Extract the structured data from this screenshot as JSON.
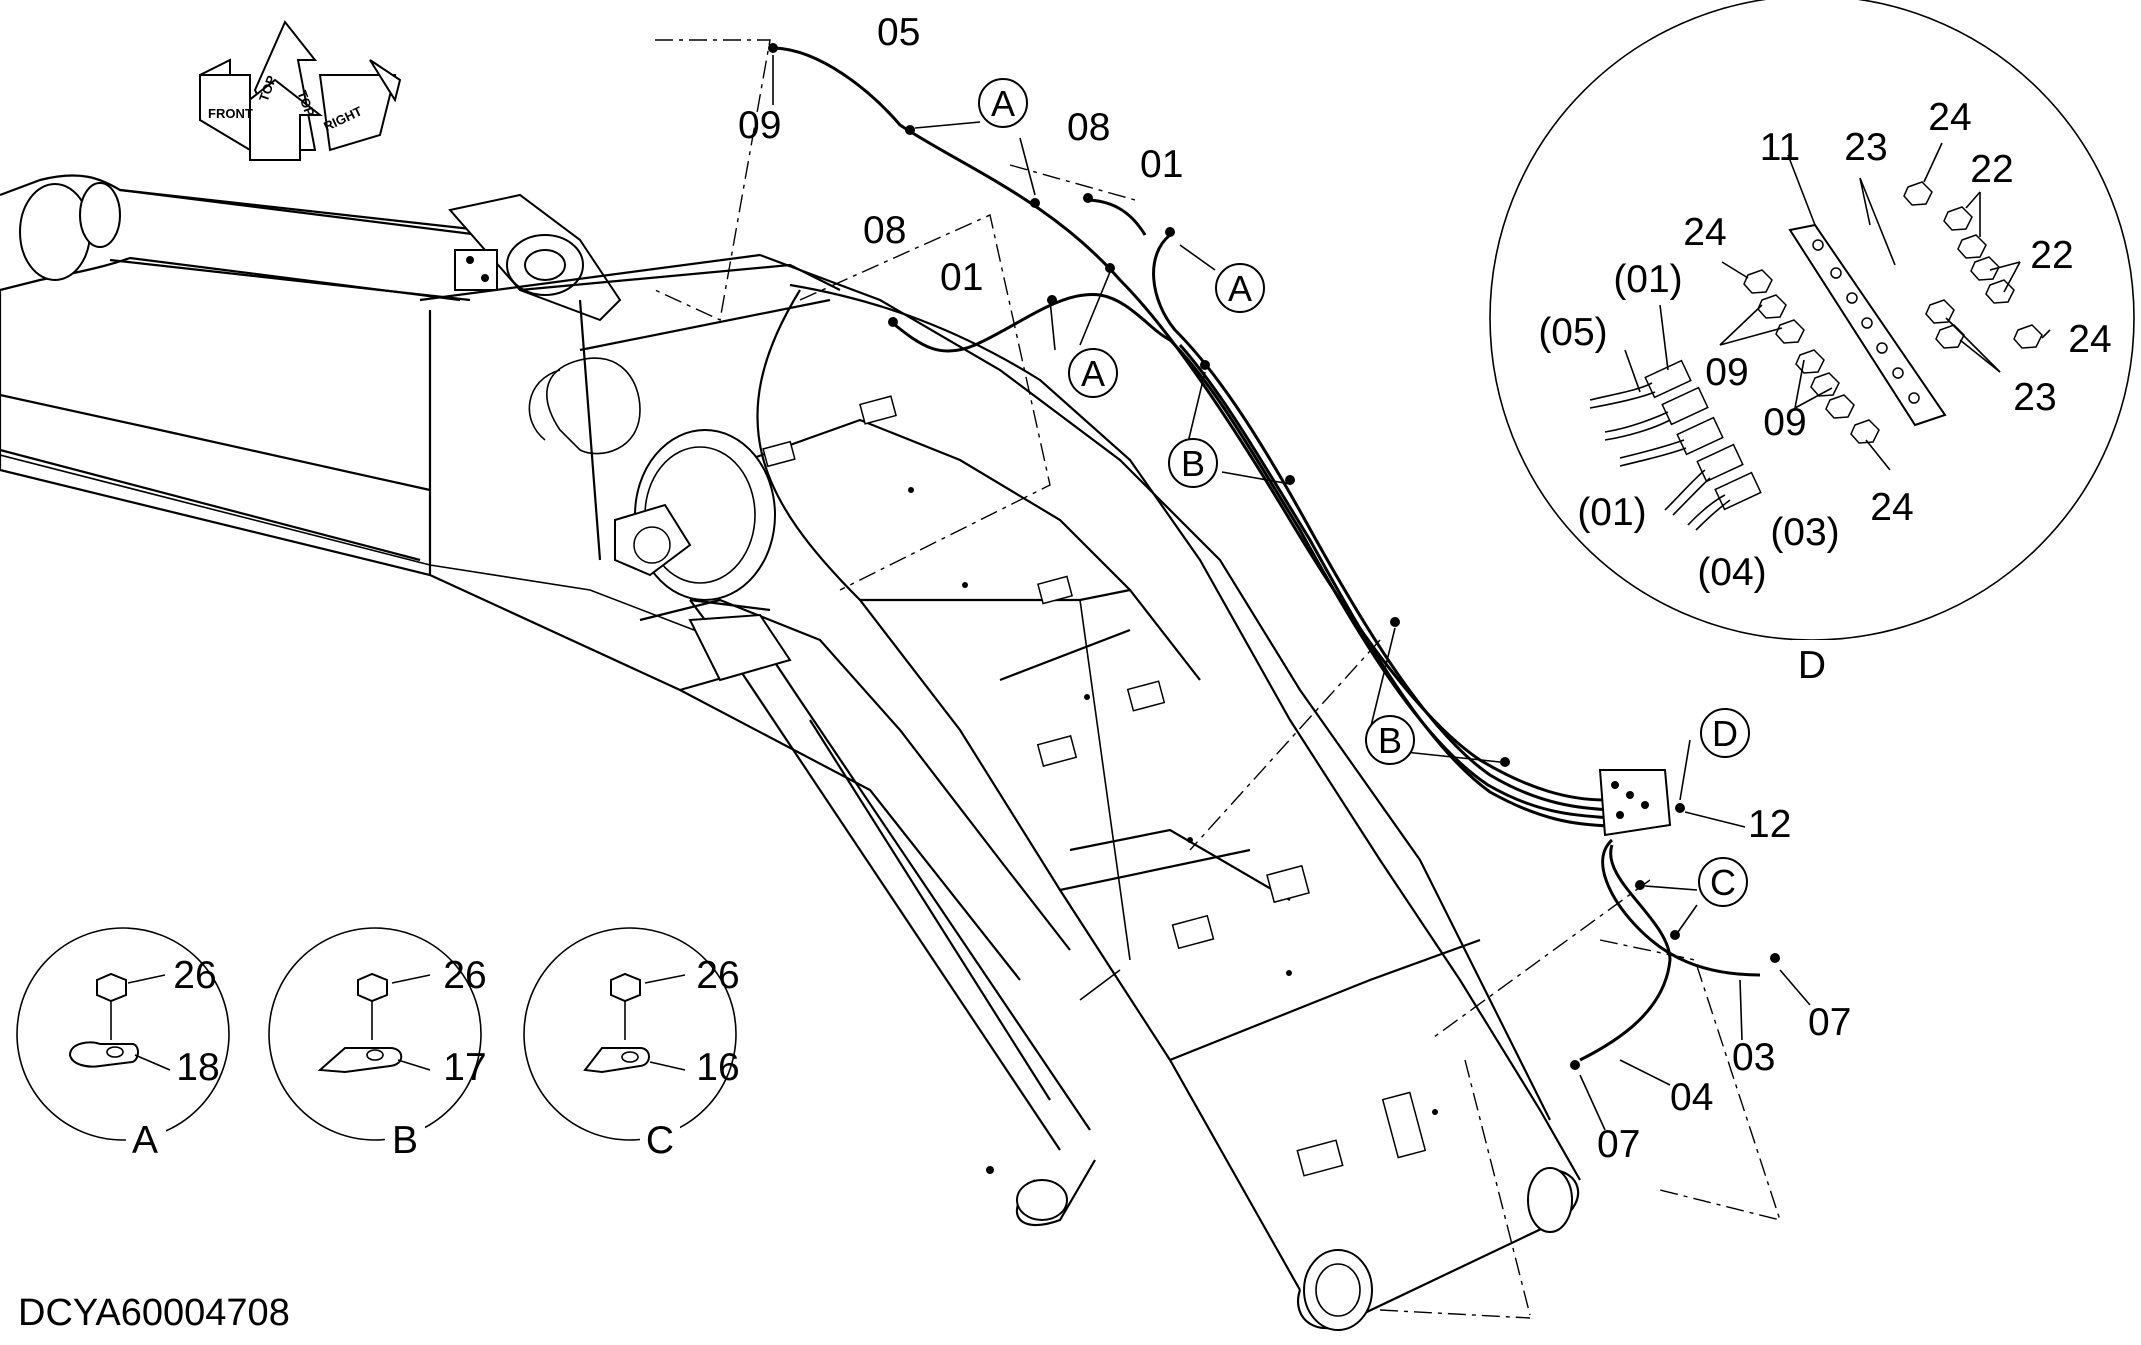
{
  "drawing": {
    "code": "DCYA60004708",
    "orientation": {
      "front": "FRONT",
      "top_left": "TOP",
      "top_right": "TOP",
      "right": "RIGHT"
    }
  },
  "part_labels": {
    "p05": "05",
    "p09_top": "09",
    "p08_right": "08",
    "p01_right": "01",
    "p08_left": "08",
    "p01_left": "01",
    "p12": "12",
    "p07_right": "07",
    "p03": "03",
    "p04": "04",
    "p07_bottom": "07"
  },
  "callouts": {
    "a_top": "A",
    "a_right": "A",
    "a_mid": "A",
    "b_upper": "B",
    "b_lower": "B",
    "c": "C",
    "d": "D"
  },
  "detail_d": {
    "title": "D",
    "labels": {
      "p11": "11",
      "p23_top": "23",
      "p24_top": "24",
      "p22_top": "22",
      "p24_left": "24",
      "p01_ref_top": "(01)",
      "p05_ref": "(05)",
      "p09_upper": "09",
      "p22_right": "22",
      "p24_right": "24",
      "p23_right": "23",
      "p09_lower": "09",
      "p01_ref_bottom": "(01)",
      "p24_bottom": "24",
      "p03_ref": "(03)",
      "p04_ref": "(04)"
    }
  },
  "detail_a": {
    "title": "A",
    "bolt": "26",
    "clamp": "18"
  },
  "detail_b": {
    "title": "B",
    "bolt": "26",
    "clamp": "17"
  },
  "detail_c": {
    "title": "C",
    "bolt": "26",
    "clamp": "16"
  }
}
